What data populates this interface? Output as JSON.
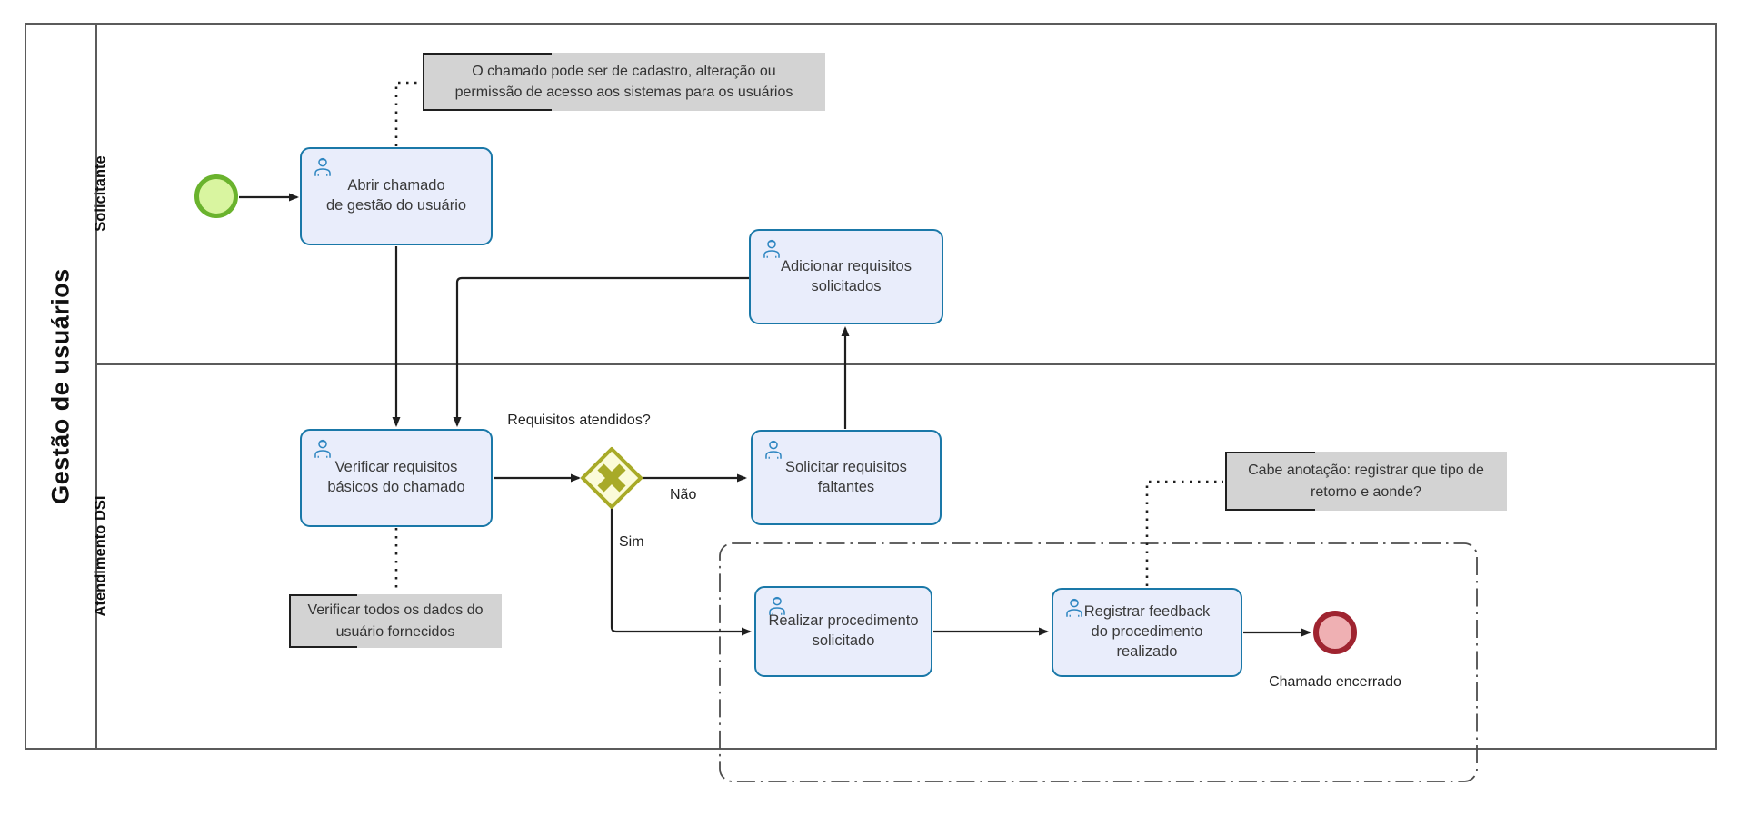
{
  "pool": {
    "title": "Gestão de usuários"
  },
  "lanes": [
    {
      "label": "Solicitante"
    },
    {
      "label": "Atendimento DSI"
    }
  ],
  "tasks": [
    {
      "label": "Abrir chamado\nde gestão do usuário"
    },
    {
      "label": "Adicionar requisitos\nsolicitados"
    },
    {
      "label": "Verificar requisitos\nbásicos do chamado"
    },
    {
      "label": "Solicitar requisitos\nfaltantes"
    },
    {
      "label": "Realizar procedimento\nsolicitado"
    },
    {
      "label": "Registrar feedback\ndo procedimento\nrealizado"
    }
  ],
  "gateway": {
    "label": "Requisitos atendidos?",
    "branch_no": "Não",
    "branch_yes": "Sim"
  },
  "events": {
    "start": {
      "type": "start"
    },
    "end": {
      "type": "end",
      "label": "Chamado encerrado"
    }
  },
  "annotations": [
    {
      "text": "O chamado pode ser de cadastro, alteração ou\npermissão de acesso aos sistemas para os usuários"
    },
    {
      "text": "Verificar todos os dados do\nusuário fornecidos"
    },
    {
      "text": "Cabe anotação: registrar que tipo de\nretorno e aonde?"
    }
  ],
  "colors": {
    "task_fill": "#e9edfb",
    "task_border": "#1a78a8",
    "gateway_fill": "#fbfbd9",
    "gateway_border": "#a8aa27",
    "start_fill": "#d9f5a0",
    "start_border": "#6ab32d",
    "end_fill": "#efb0b3",
    "end_border": "#9f2430",
    "annotation_fill": "#d3d3d3",
    "icon_blue": "#2e86c1",
    "flow_line": "#1f1f1f",
    "pool_line": "#5b5b5b"
  }
}
